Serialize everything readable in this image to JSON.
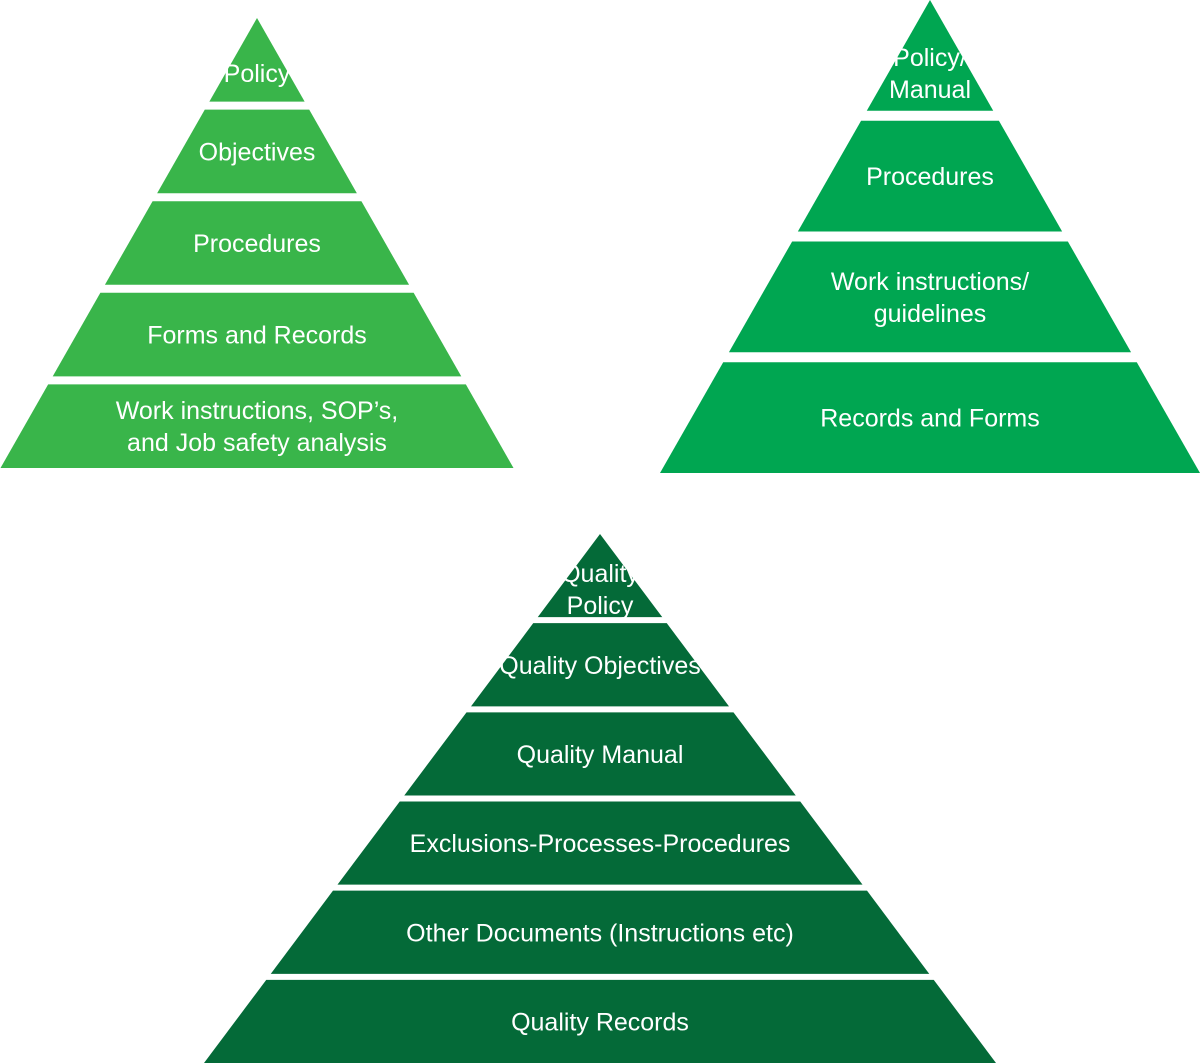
{
  "pyramids": [
    {
      "id": "left",
      "color": "#39b54a",
      "tiers": [
        {
          "lines": [
            "Policy"
          ]
        },
        {
          "lines": [
            "Objectives"
          ]
        },
        {
          "lines": [
            "Procedures"
          ]
        },
        {
          "lines": [
            "Forms and Records"
          ]
        },
        {
          "lines": [
            "Work instructions, SOP’s,",
            "and Job safety analysis"
          ]
        }
      ]
    },
    {
      "id": "right",
      "color": "#00a651",
      "tiers": [
        {
          "lines": [
            "Policy/",
            "Manual"
          ]
        },
        {
          "lines": [
            "Procedures"
          ]
        },
        {
          "lines": [
            "Work instructions/",
            "guidelines"
          ]
        },
        {
          "lines": [
            "Records and Forms"
          ]
        }
      ]
    },
    {
      "id": "bottom",
      "color": "#046a38",
      "tiers": [
        {
          "lines": [
            "Quality",
            "Policy"
          ]
        },
        {
          "lines": [
            "Quality Objectives"
          ]
        },
        {
          "lines": [
            "Quality Manual"
          ]
        },
        {
          "lines": [
            "Exclusions-Processes-Procedures"
          ]
        },
        {
          "lines": [
            "Other Documents (Instructions etc)"
          ]
        },
        {
          "lines": [
            "Quality Records"
          ]
        }
      ]
    }
  ]
}
